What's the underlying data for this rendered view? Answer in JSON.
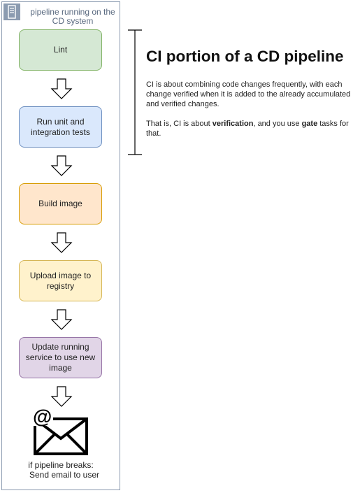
{
  "container": {
    "title": "pipeline running on the CD system",
    "icon": "server-icon"
  },
  "steps": [
    {
      "label": "Lint",
      "fill": "#d5e8d4",
      "stroke": "#82b366"
    },
    {
      "label": "Run unit and integration tests",
      "fill": "#dae8fc",
      "stroke": "#6c8ebf"
    },
    {
      "label": "Build image",
      "fill": "#ffe6cc",
      "stroke": "#d79b00"
    },
    {
      "label": "Upload image to registry",
      "fill": "#fff2cc",
      "stroke": "#d6b656"
    },
    {
      "label": "Update running service to use new image",
      "fill": "#e1d5e7",
      "stroke": "#9673a6"
    }
  ],
  "email": {
    "icon": "email-icon",
    "note_line1": "if pipeline breaks:",
    "note_line2": "Send email to user"
  },
  "description": {
    "heading": "CI portion of a CD pipeline",
    "para1": "CI is about combining code changes frequently, with each change verified when it is added to the already accumulated and verified changes.",
    "para2_pre": "That is, CI is about ",
    "para2_bold1": "verification",
    "para2_mid": ", and you use ",
    "para2_bold2": "gate",
    "para2_post": " tasks for that."
  }
}
